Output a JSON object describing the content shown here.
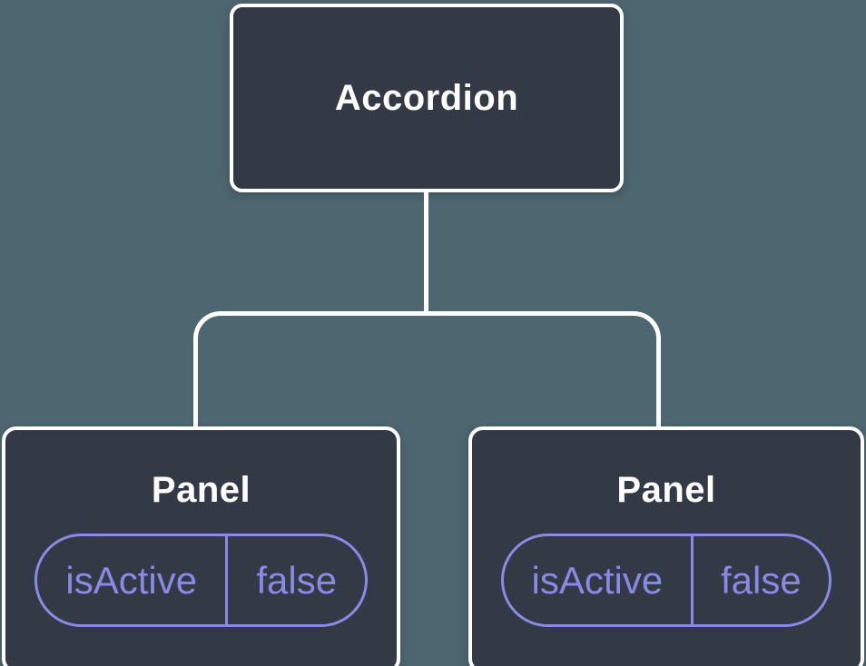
{
  "diagram": {
    "type": "component-tree",
    "root": {
      "label": "Accordion"
    },
    "children": [
      {
        "label": "Panel",
        "state": {
          "key": "isActive",
          "value": "false"
        }
      },
      {
        "label": "Panel",
        "state": {
          "key": "isActive",
          "value": "false"
        }
      }
    ]
  },
  "colors": {
    "background": "#4D6670",
    "node_fill": "#333945",
    "node_border": "#FFFFFF",
    "node_text": "#FFFFFF",
    "connector": "#FFFFFF",
    "state_accent": "#8A8AE6"
  }
}
